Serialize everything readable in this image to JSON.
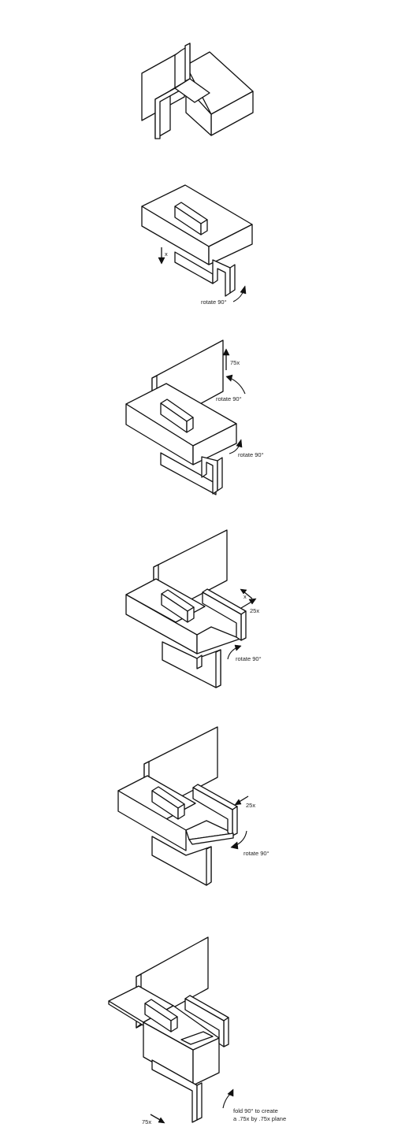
{
  "steps": [
    {
      "id": 1,
      "annotations": []
    },
    {
      "id": 2,
      "annotations": [
        "x",
        "rotate  90°"
      ]
    },
    {
      "id": 3,
      "annotations": [
        "75x",
        "rotate  90°",
        "rotate  90°"
      ]
    },
    {
      "id": 4,
      "annotations": [
        "x",
        "25x",
        "rotate  90°"
      ]
    },
    {
      "id": 5,
      "annotations": [
        "25x",
        "rotate  90°"
      ]
    },
    {
      "id": 6,
      "annotations": [
        "75x",
        "fold 90° to create",
        "a .75x by .75x plane"
      ]
    }
  ],
  "colors": {
    "line": "#111111",
    "background": "#ffffff"
  }
}
